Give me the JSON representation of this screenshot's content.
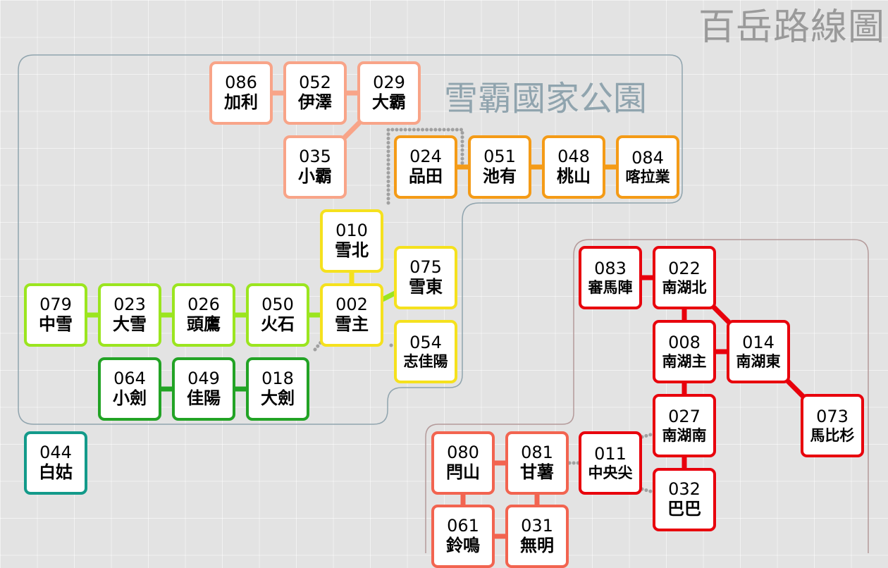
{
  "title": "百岳路線圖",
  "park": {
    "name": "雪霸國家公園"
  },
  "colors": {
    "salmon": "#f8a488",
    "orange": "#f49b17",
    "yellow": "#f5e11e",
    "lime": "#9be51f",
    "green": "#22a325",
    "teal": "#139a8a",
    "red": "#e8000c",
    "coral": "#f26450",
    "boundary": "#90a4ae",
    "boundary_red": "#b49a9a",
    "trail": "#a0a0a0"
  },
  "peaks": [
    {
      "key": "p086",
      "id": "086",
      "name": "加利",
      "group": "salmon"
    },
    {
      "key": "p052",
      "id": "052",
      "name": "伊澤",
      "group": "salmon"
    },
    {
      "key": "p029",
      "id": "029",
      "name": "大霸",
      "group": "salmon"
    },
    {
      "key": "p035",
      "id": "035",
      "name": "小霸",
      "group": "salmon"
    },
    {
      "key": "p024",
      "id": "024",
      "name": "品田",
      "group": "orange"
    },
    {
      "key": "p051",
      "id": "051",
      "name": "池有",
      "group": "orange"
    },
    {
      "key": "p048",
      "id": "048",
      "name": "桃山",
      "group": "orange"
    },
    {
      "key": "p084",
      "id": "084",
      "name": "喀拉業",
      "group": "orange"
    },
    {
      "key": "p010",
      "id": "010",
      "name": "雪北",
      "group": "yellow"
    },
    {
      "key": "p075",
      "id": "075",
      "name": "雪東",
      "group": "yellow"
    },
    {
      "key": "p002",
      "id": "002",
      "name": "雪主",
      "group": "yellow"
    },
    {
      "key": "p054",
      "id": "054",
      "name": "志佳陽",
      "group": "yellow"
    },
    {
      "key": "p079",
      "id": "079",
      "name": "中雪",
      "group": "lime"
    },
    {
      "key": "p023",
      "id": "023",
      "name": "大雪",
      "group": "lime"
    },
    {
      "key": "p026",
      "id": "026",
      "name": "頭鷹",
      "group": "lime"
    },
    {
      "key": "p050",
      "id": "050",
      "name": "火石",
      "group": "lime"
    },
    {
      "key": "p064",
      "id": "064",
      "name": "小劍",
      "group": "green"
    },
    {
      "key": "p049",
      "id": "049",
      "name": "佳陽",
      "group": "green"
    },
    {
      "key": "p018",
      "id": "018",
      "name": "大劍",
      "group": "green"
    },
    {
      "key": "p044",
      "id": "044",
      "name": "白姑",
      "group": "teal"
    },
    {
      "key": "p083",
      "id": "083",
      "name": "審馬陣",
      "group": "red"
    },
    {
      "key": "p022",
      "id": "022",
      "name": "南湖北",
      "group": "red"
    },
    {
      "key": "p008",
      "id": "008",
      "name": "南湖主",
      "group": "red"
    },
    {
      "key": "p014",
      "id": "014",
      "name": "南湖東",
      "group": "red"
    },
    {
      "key": "p027",
      "id": "027",
      "name": "南湖南",
      "group": "red"
    },
    {
      "key": "p073",
      "id": "073",
      "name": "馬比杉",
      "group": "red"
    },
    {
      "key": "p011",
      "id": "011",
      "name": "中央尖",
      "group": "red"
    },
    {
      "key": "p032",
      "id": "032",
      "name": "巴巴",
      "group": "red"
    },
    {
      "key": "p080",
      "id": "080",
      "name": "閂山",
      "group": "coral"
    },
    {
      "key": "p081",
      "id": "081",
      "name": "甘薯",
      "group": "coral"
    },
    {
      "key": "p061",
      "id": "061",
      "name": "鈴鳴",
      "group": "coral"
    },
    {
      "key": "p031",
      "id": "031",
      "name": "無明",
      "group": "coral"
    }
  ],
  "links": [
    {
      "from": "p086",
      "to": "p052",
      "group": "salmon"
    },
    {
      "from": "p052",
      "to": "p029",
      "group": "salmon"
    },
    {
      "from": "p029",
      "to": "p035",
      "group": "salmon"
    },
    {
      "from": "p024",
      "to": "p051",
      "group": "orange"
    },
    {
      "from": "p051",
      "to": "p048",
      "group": "orange"
    },
    {
      "from": "p048",
      "to": "p084",
      "group": "orange"
    },
    {
      "from": "p010",
      "to": "p002",
      "group": "yellow"
    },
    {
      "from": "p002",
      "to": "p075",
      "group": "lime"
    },
    {
      "from": "p079",
      "to": "p023",
      "group": "lime"
    },
    {
      "from": "p023",
      "to": "p026",
      "group": "lime"
    },
    {
      "from": "p026",
      "to": "p050",
      "group": "lime"
    },
    {
      "from": "p050",
      "to": "p002",
      "group": "lime"
    },
    {
      "from": "p064",
      "to": "p049",
      "group": "green"
    },
    {
      "from": "p049",
      "to": "p018",
      "group": "green"
    },
    {
      "from": "p083",
      "to": "p022",
      "group": "red"
    },
    {
      "from": "p022",
      "to": "p008",
      "group": "red"
    },
    {
      "from": "p022",
      "to": "p014",
      "group": "red"
    },
    {
      "from": "p008",
      "to": "p014",
      "group": "red"
    },
    {
      "from": "p008",
      "to": "p027",
      "group": "red"
    },
    {
      "from": "p014",
      "to": "p073",
      "group": "red"
    },
    {
      "from": "p027",
      "to": "p032",
      "group": "red"
    },
    {
      "from": "p080",
      "to": "p081",
      "group": "coral"
    },
    {
      "from": "p080",
      "to": "p061",
      "group": "coral"
    },
    {
      "from": "p081",
      "to": "p031",
      "group": "coral"
    },
    {
      "from": "p061",
      "to": "p031",
      "group": "coral"
    }
  ]
}
